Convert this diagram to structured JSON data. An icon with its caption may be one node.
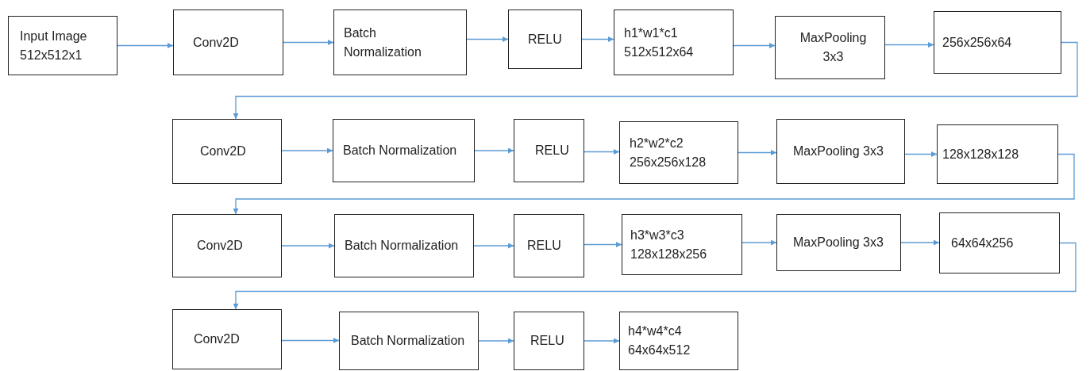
{
  "diagram": {
    "nodes": [
      {
        "text": [
          "Input Image 512x512x1"
        ]
      },
      {
        "text": [
          "Conv2D"
        ]
      },
      {
        "text": [
          "Batch Normalization"
        ]
      },
      {
        "text": [
          "RELU"
        ]
      },
      {
        "text": [
          "h1*w1*c1 512x512x64"
        ]
      },
      {
        "text": [
          "MaxPooling 3x3"
        ]
      },
      {
        "text": [
          "256x256x64"
        ]
      },
      {
        "text": [
          "Conv2D"
        ]
      },
      {
        "text": [
          "Batch Normalization"
        ]
      },
      {
        "text": [
          "RELU"
        ]
      },
      {
        "text": [
          "h2*w2*c2 256x256x128"
        ]
      },
      {
        "text": [
          "MaxPooling 3x3"
        ]
      },
      {
        "text": [
          "128x128x128"
        ]
      },
      {
        "text": [
          "Conv2D"
        ]
      },
      {
        "text": [
          "Batch Normalization"
        ]
      },
      {
        "text": [
          "RELU"
        ]
      },
      {
        "text": [
          "h3*w3*c3 128x128x256"
        ]
      },
      {
        "text": [
          "MaxPooling 3x3"
        ]
      },
      {
        "text": [
          "64x64x256"
        ]
      },
      {
        "text": [
          "Conv2D"
        ]
      },
      {
        "text": [
          "Batch Normalization"
        ]
      },
      {
        "text": [
          "RELU"
        ]
      },
      {
        "text": [
          "h4*w4*c4 64x64x512"
        ]
      }
    ],
    "edges": [
      {
        "from": 0,
        "to": 1,
        "arrow": "to"
      },
      {
        "from": 1,
        "to": 2,
        "arrow": "to"
      },
      {
        "from": 2,
        "to": 3,
        "arrow": "to"
      },
      {
        "from": 3,
        "to": 4,
        "arrow": "to"
      },
      {
        "from": 4,
        "to": 5,
        "arrow": "to"
      },
      {
        "from": 5,
        "to": 6,
        "arrow": "to"
      },
      {
        "from": 6,
        "to": 7,
        "arrow": "to"
      },
      {
        "from": 7,
        "to": 8,
        "arrow": "to"
      },
      {
        "from": 8,
        "to": 9,
        "arrow": "to"
      },
      {
        "from": 9,
        "to": 10,
        "arrow": "to"
      },
      {
        "from": 10,
        "to": 11,
        "arrow": "to"
      },
      {
        "from": 11,
        "to": 12,
        "arrow": "to"
      },
      {
        "from": 12,
        "to": 13,
        "arrow": "to"
      },
      {
        "from": 13,
        "to": 14,
        "arrow": "to"
      },
      {
        "from": 14,
        "to": 15,
        "arrow": "to"
      },
      {
        "from": 15,
        "to": 16,
        "arrow": "to"
      },
      {
        "from": 16,
        "to": 17,
        "arrow": "to"
      },
      {
        "from": 17,
        "to": 18,
        "arrow": "to"
      },
      {
        "from": 18,
        "to": 19,
        "arrow": "to"
      },
      {
        "from": 19,
        "to": 20,
        "arrow": "to"
      },
      {
        "from": 20,
        "to": 21,
        "arrow": "to"
      },
      {
        "from": 21,
        "to": 22,
        "arrow": "to"
      }
    ]
  }
}
